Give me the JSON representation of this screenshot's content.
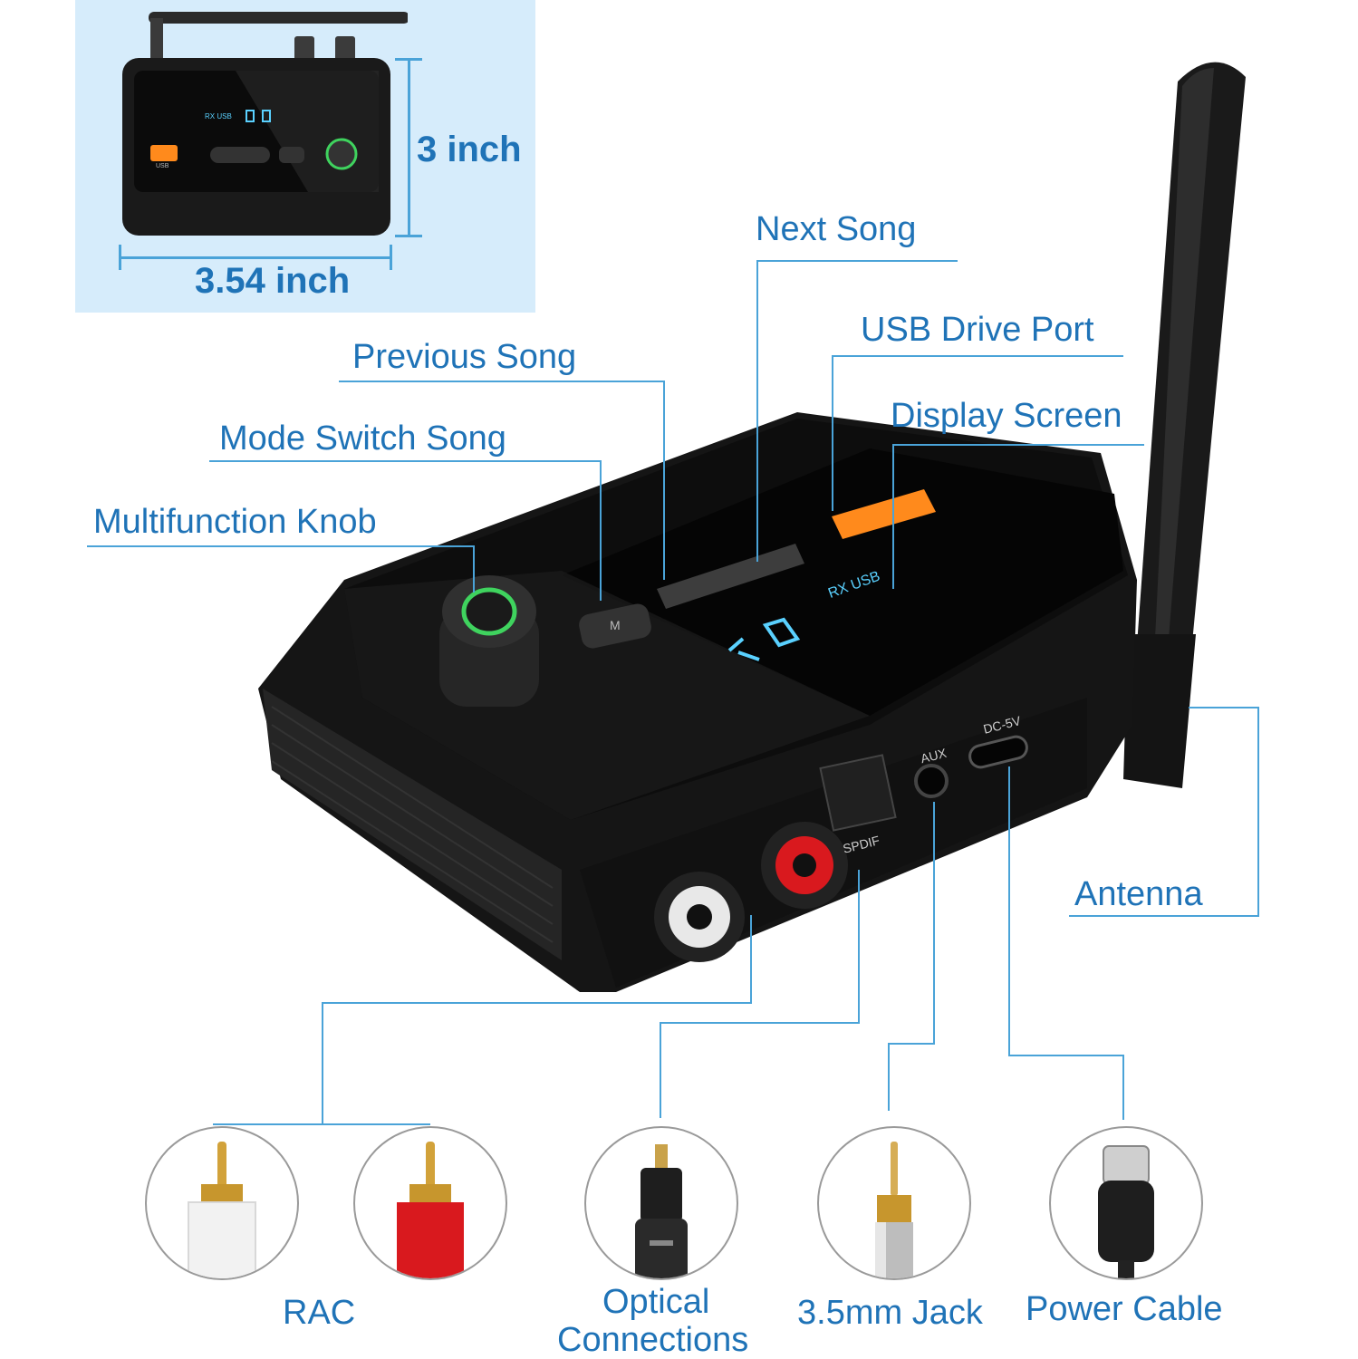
{
  "dimensions": {
    "height_label": "3 inch",
    "width_label": "3.54 inch"
  },
  "thumb_display": {
    "mode_text": "RX USB",
    "usb_text": "USB"
  },
  "callouts": {
    "next_song": "Next Song",
    "usb_drive_port": "USB Drive Port",
    "previous_song": "Previous Song",
    "display_screen": "Display Screen",
    "mode_switch": "Mode Switch Song",
    "multifunction_knob": "Multifunction Knob",
    "antenna": "Antenna"
  },
  "device": {
    "screen_text": "RX USB",
    "mode_button": "M",
    "ports": {
      "aux": "AUX",
      "dc": "DC-5V",
      "spdif": "SPDIF"
    }
  },
  "connectors": [
    {
      "label": "RAC"
    },
    {
      "label_line1": "Optical",
      "label_line2": "Connections"
    },
    {
      "label": "3.5mm Jack"
    },
    {
      "label": "Power Cable"
    }
  ],
  "colors": {
    "accent": "#1f73b7",
    "leader_line": "#4aa3d8",
    "thumb_bg": "#d6ecfb",
    "usb_orange": "#ff8a1c",
    "rca_red": "#d9191e",
    "knob_ring": "#3fd35e",
    "display_glow": "#5ad1ff"
  }
}
